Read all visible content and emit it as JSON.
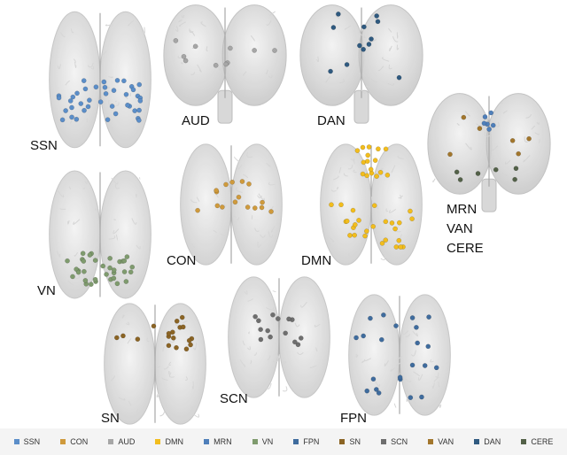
{
  "networks": [
    {
      "key": "SSN",
      "label": "SSN",
      "color": "#5b8ec9"
    },
    {
      "key": "CON",
      "label": "CON",
      "color": "#cf9a3c"
    },
    {
      "key": "AUD",
      "label": "AUD",
      "color": "#a6a6a6"
    },
    {
      "key": "DMN",
      "label": "DMN",
      "color": "#f2bd1d"
    },
    {
      "key": "MRN",
      "label": "MRN",
      "color": "#4f7fba"
    },
    {
      "key": "VN",
      "label": "VN",
      "color": "#7f9b6e"
    },
    {
      "key": "FPN",
      "label": "FPN",
      "color": "#3f6c9e"
    },
    {
      "key": "SN",
      "label": "SN",
      "color": "#8b6424"
    },
    {
      "key": "SCN",
      "label": "SCN",
      "color": "#6e6e6e"
    },
    {
      "key": "VAN",
      "label": "VAN",
      "color": "#a2762c"
    },
    {
      "key": "DAN",
      "label": "DAN",
      "color": "#2f5a80"
    },
    {
      "key": "CERE",
      "label": "CERE",
      "color": "#536148"
    }
  ],
  "panels": {
    "ssn": {
      "label": "SSN"
    },
    "aud": {
      "label": "AUD"
    },
    "dan": {
      "label": "DAN"
    },
    "multi": {
      "label1": "MRN",
      "label2": "VAN",
      "label3": "CERE"
    },
    "vn": {
      "label": "VN"
    },
    "con": {
      "label": "CON"
    },
    "dmn": {
      "label": "DMN"
    },
    "sn": {
      "label": "SN"
    },
    "scn": {
      "label": "SCN"
    },
    "fpn": {
      "label": "FPN"
    }
  }
}
